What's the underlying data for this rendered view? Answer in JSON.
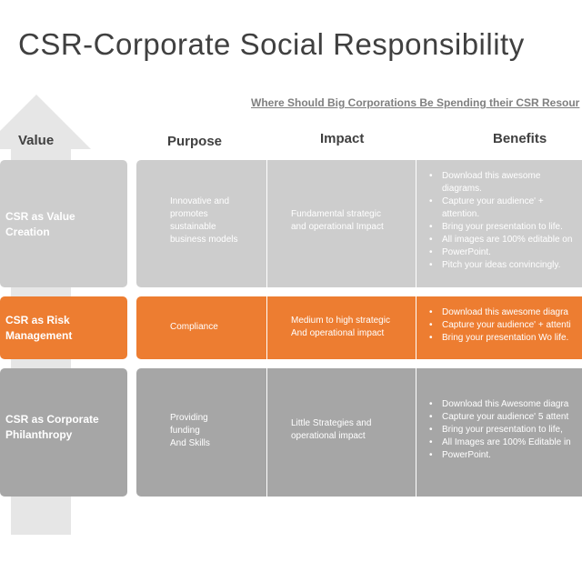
{
  "title": "CSR-Corporate Social Responsibility",
  "subtitle": "Where Should Big Corporations Be Spending their CSR Resour",
  "columns": {
    "value": "Value",
    "purpose": "Purpose",
    "impact": "Impact",
    "benefits": "Benefits"
  },
  "colors": {
    "light_gray": "#cdcdcd",
    "orange": "#ed7d31",
    "dark_gray": "#a6a6a6",
    "arrow": "#e6e6e6",
    "title": "#404040"
  },
  "rows": [
    {
      "label": "CSR as Value\nCreation",
      "purpose": "Innovative and\npromotes\nsustainable\nbusiness models",
      "impact": "Fundamental strategic\nand operational Impact",
      "benefits": [
        "Download this awesome",
        "diagrams.",
        "Capture your audience' +",
        "attention.",
        "Bring your presentation to life.",
        "All images are 100% editable on",
        "PowerPoint.",
        "Pitch your ideas convincingly."
      ]
    },
    {
      "label": "CSR as Risk\nManagement",
      "purpose": "Compliance",
      "impact": "Medium to high strategic\nAnd operational impact",
      "benefits": [
        "Download this awesome diagra",
        "Capture your audience' + attenti",
        "Bring your presentation Wo life."
      ]
    },
    {
      "label": "CSR as Corporate\nPhilanthropy",
      "purpose": "Providing\nfunding\nAnd Skills",
      "impact": "Little Strategies and\noperational impact",
      "benefits": [
        "Download this Awesome diagra",
        "Capture your audience' 5 attent",
        "Bring your presentation to life,",
        "All Images are 100% Editable in",
        "PowerPoint."
      ]
    }
  ]
}
